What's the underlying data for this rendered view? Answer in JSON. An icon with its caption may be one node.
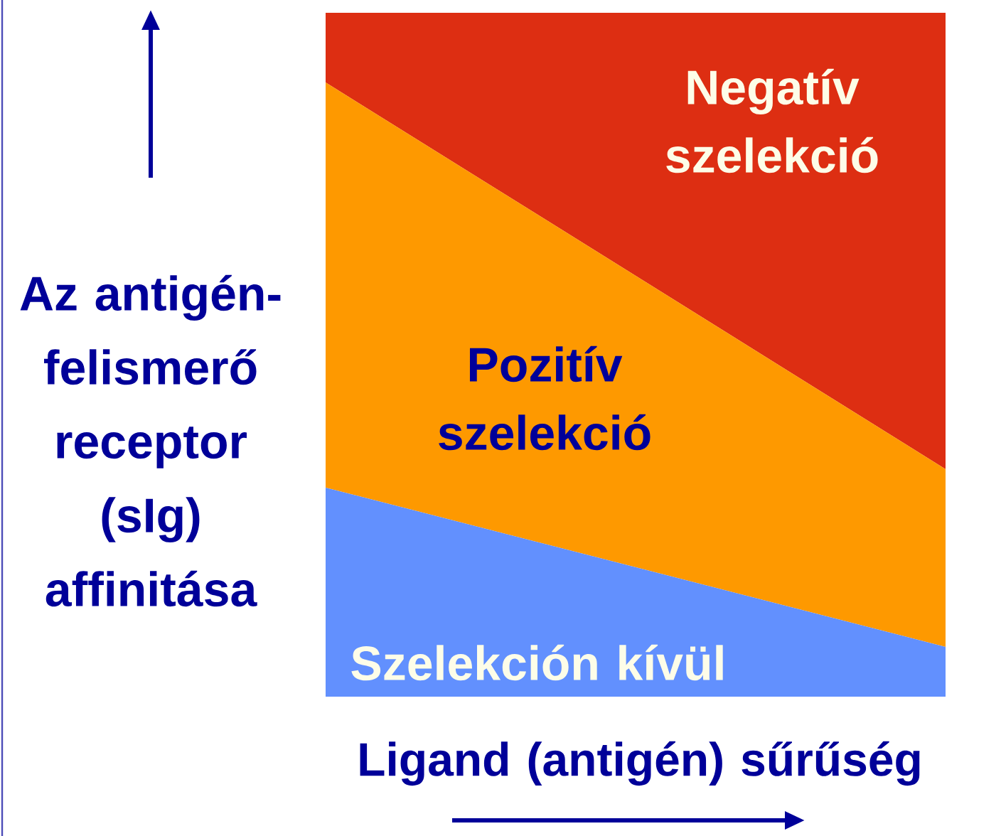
{
  "diagram": {
    "nodes": [
      {
        "text": [
          "Negatív szelekció"
        ]
      },
      {
        "text": [
          "Pozitív szelekció"
        ]
      },
      {
        "text": [
          "Szelekción kívül"
        ]
      }
    ],
    "labels": [
      "Az antigén-felismerő receptor (sIg) affinitása",
      "Ligand (antigén) sűrűség"
    ]
  }
}
